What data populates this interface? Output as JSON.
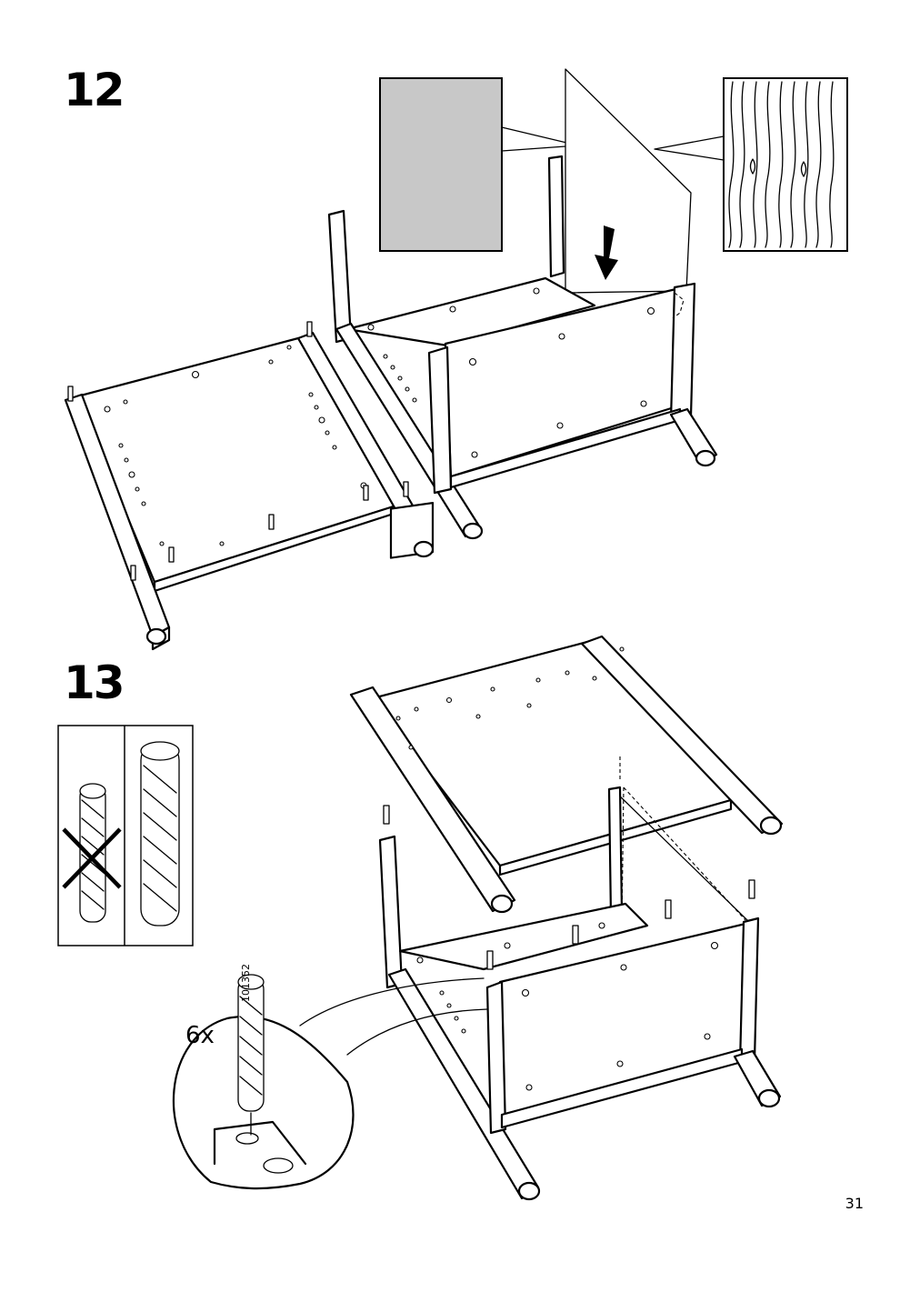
{
  "steps": [
    {
      "number": "12"
    },
    {
      "number": "13"
    }
  ],
  "step13": {
    "quantity": "6x",
    "part_number": "101352"
  },
  "page": {
    "number": "31"
  },
  "colors": {
    "line": "#000000",
    "background": "#ffffff",
    "grey_panel": "#c8c8c8"
  }
}
